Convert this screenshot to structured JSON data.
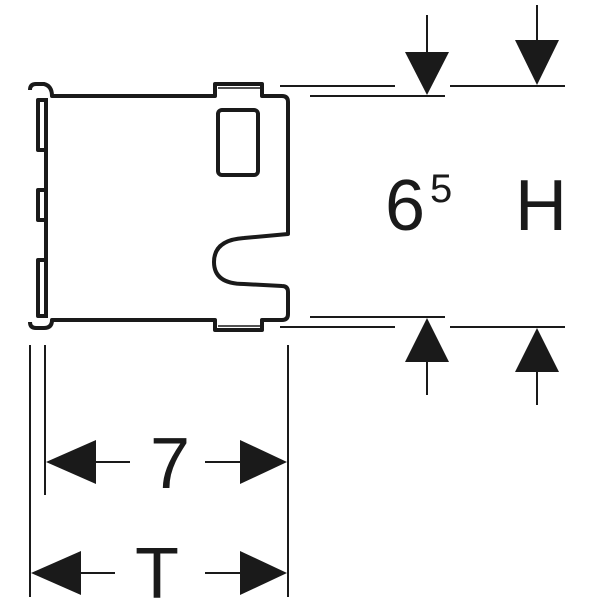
{
  "dimensions": {
    "height_value": "6",
    "height_value_superscript": "5",
    "height_label": "H",
    "depth_value": "7",
    "depth_label": "T"
  },
  "colors": {
    "stroke": "#1a1a1a",
    "background": "#ffffff"
  }
}
